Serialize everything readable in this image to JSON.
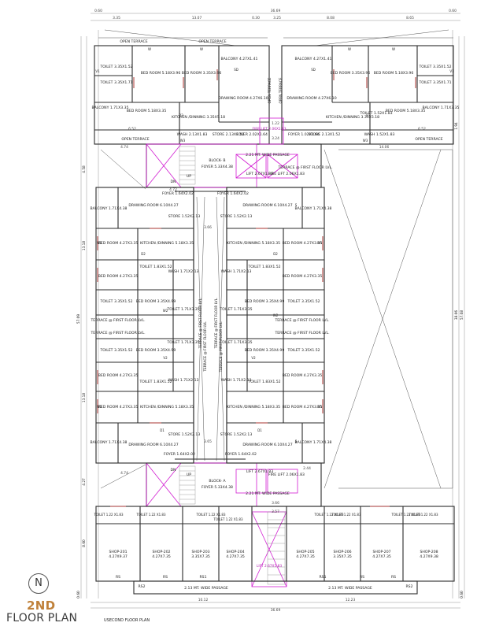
{
  "badge": {
    "north": "N",
    "floor_number": "2ND",
    "floor_title": "FLOOR PLAN"
  },
  "caption": "USECOND FLOOR PLAN",
  "top_dims": [
    "0.60",
    "3.35",
    "13.07",
    "36.69",
    "0.30",
    "3.25",
    "8.08",
    "8.65",
    "0.60"
  ],
  "bottom_dims": [
    "10.12",
    "12.23",
    "36.69"
  ],
  "side_dims": [
    "4.58",
    "13.18",
    "57.09",
    "13.18",
    "4.27",
    "8.60",
    "0.60",
    "1.94",
    "38.06",
    "57.08",
    "0.60"
  ],
  "mid_dims": [
    "4.74",
    "4.72",
    "3.66",
    "3.65",
    "4.74",
    "2.44",
    "3.57",
    "3.66",
    "14.06",
    "6.52",
    "6.52",
    "3.24",
    "1.22"
  ],
  "labels": {
    "open_terrace": "OPEN TERRACE",
    "toilet": "TOILET",
    "bed_room": "BED ROOM",
    "balcony": "BALCONY",
    "drawing_room": "DRAWING ROOM",
    "kitchen": "KITCHEN /DINNING",
    "store": "STORE",
    "foyer": "FOYER",
    "wash": "WASH",
    "lift": "LIFT",
    "fire_lift": "FIRE LIFT",
    "passage": "2.21 MT. WIDE PASSAGE",
    "shop_passage": "2.13 MT. WIDE PASSAGE",
    "block_b": "BLOCK- B",
    "block_a": "BLOCK- A",
    "terrace_first": "TERRACE @ FIRST FLOOR LVL.",
    "terrace_first_2": "TERRACE @ FIRST FLOOR LVL"
  },
  "top_units": {
    "left": [
      "OPEN TERRACE",
      "TOILET 3.35X1.52",
      "BED ROOM 5.18X3.96",
      "BED ROOM 3.35X3.96",
      "BALCONY 4.27X1.41",
      "TOILET 3.35X1.71",
      "BALCONY 1.71X3.35",
      "BED ROOM 5.18X3.35",
      "KITCHEN /DINNING 3.35X5.18",
      "DRAWING ROOM 4.27X6.10",
      "WASH 2.13X1.83",
      "STORE 2.13X1.52",
      "FOYER 2.02X1.64",
      "OPEN TERRACE",
      "OPEN TERRACE"
    ],
    "right": [
      "BALCONY 4.27X1.41",
      "BED ROOM 3.35X3.96",
      "BED ROOM 5.18X3.96",
      "TOILET 3.35X1.52",
      "TOILET 3.35X1.71",
      "DRAWING ROOM 4.27X6.10",
      "KITCHEN /DINNING 3.35X5.18",
      "TOILET 1.52X1.83",
      "BED ROOM 5.18X3.35",
      "BALCONY 1.71X3.35",
      "WASH 1.52X1.83",
      "FOYER 1.02X1.64",
      "STORE 2.13X1.52",
      "OPEN TERRACE"
    ]
  },
  "block_b_labels": [
    "FOYER 5.33X4.38",
    "LIFT 2.67X1.83",
    "FIRE LIFT 2.06X1.83",
    "UP",
    "DN",
    "FOYER 1.64X2.02",
    "FOYER 1.64X2.02",
    "TERRACE @ FIRST FLOOR LVL."
  ],
  "middle_left": [
    "BALCONY 1.71X4.38",
    "DRAWING ROOM 6.10X4.27",
    "STORE 1.52X2.13",
    "BED ROOM 4.27X3.35",
    "KITCHEN /DINNING 5.18X3.35",
    "BED ROOM 4.27X3.35",
    "TOILET 1.83X1.52",
    "WASH 1.71X2.13",
    "TOILET 3.35X1.52",
    "BED ROOM 3.35X4.99",
    "TOILET 1.71X3.35",
    "TERRACE @ FIRST FLOOR LVL.",
    "TERRACE @ FIRST FLOOR LVL.",
    "TOILET 1.71X3.35",
    "TOILET 3.35X1.52",
    "BED ROOM 3.35X4.99",
    "BED ROOM 4.27X3.35",
    "TOILET 1.83X1.52",
    "WASH 1.71X2.13",
    "BED ROOM 4.27X3.35",
    "KITCHEN /DINNING 5.18X3.35",
    "STORE 1.52X2.13",
    "BALCONY 1.71X4.38",
    "DRAWING ROOM 6.10X4.27",
    "FOYER 1.64X2.02"
  ],
  "middle_right": [
    "STORE 1.52X2.13",
    "DRAWING ROOM 6.10X4.27",
    "BALCONY 1.71X4.38",
    "KITCHEN /DINNING 5.18X3.35",
    "BED ROOM 4.27X3.35",
    "WASH 1.71X2.13",
    "TOILET 1.83X1.52",
    "BED ROOM 4.27X3.35",
    "BED ROOM 3.35X4.99",
    "TOILET 3.35X1.52",
    "TOILET 1.71X3.35",
    "TERRACE @ FIRST FLOOR LVL.",
    "TERRACE @ FIRST FLOOR LVL.",
    "TOILET 1.71X3.35",
    "BED ROOM 3.35X4.99",
    "TOILET 3.35X1.52",
    "WASH 1.71X2.13",
    "TOILET 1.83X1.52",
    "BED ROOM 4.27X3.35",
    "KITCHEN /DINNING 5.18X3.35",
    "BED ROOM 4.27X3.35",
    "STORE 1.52X2.13",
    "DRAWING ROOM 6.10X4.27",
    "BALCONY 1.71X4.38",
    "FOYER 1.64X2.02"
  ],
  "center_strip": [
    "TERRACE @ FIRST FLOOR LVL.",
    "TERRACE @ FIRST FLOOR LVL",
    "TERRACE @ FIRST FLOOR LVL.",
    "TERRACE @ FIRST FLOOR LVL."
  ],
  "block_a_labels": [
    "BLOCK- A",
    "FOYER 5.33X4.38",
    "LIFT 2.67X1.83",
    "FIRE LIFT 2.06X1.83",
    "2.21 MT. WIDE PASSAGE",
    "UP",
    "DN"
  ],
  "shops": [
    {
      "name": "SHOP-201",
      "size": "4.27X9.37"
    },
    {
      "name": "SHOP-202",
      "size": "4.27X7.35"
    },
    {
      "name": "SHOP-203",
      "size": "3.35X7.35"
    },
    {
      "name": "SHOP-204",
      "size": "4.27X7.35"
    },
    {
      "name": "SHOP-205",
      "size": "4.27X7.35"
    },
    {
      "name": "SHOP-206",
      "size": "3.35X7.35"
    },
    {
      "name": "SHOP-207",
      "size": "4.27X7.35"
    },
    {
      "name": "SHOP-208",
      "size": "4.27X9.38"
    }
  ],
  "shop_toilets": [
    "TOILET 1.22 X1.83",
    "TOILET 1.22 X1.83",
    "TOILET 1.22 X1.83",
    "TOILET 1.22 X1.83",
    "TOILET 1.22 X1.83",
    "TOILET 1.22 X1.83",
    "TOILET 1.22 X1.83",
    "TOILET 1.22 X1.83"
  ],
  "shop_marks": [
    "RS2",
    "RS",
    "RS1",
    "RS",
    "RS",
    "RS1",
    "RS",
    "RS2"
  ],
  "door_tags": [
    "D1",
    "D2",
    "D3",
    "W",
    "W1",
    "W2",
    "W3",
    "V1",
    "V2",
    "SD",
    "S"
  ],
  "lift_tag": "LIFT 2.67X1.83",
  "fire_tag": "FIRE LIFT 2.06X1.83"
}
